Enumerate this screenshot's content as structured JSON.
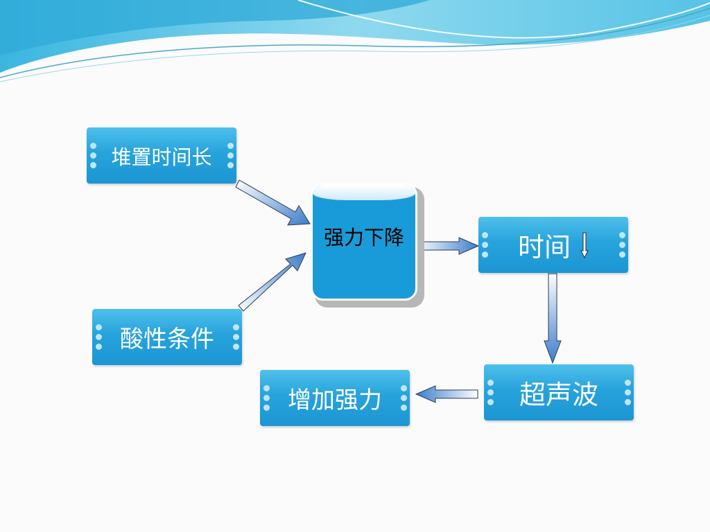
{
  "diagram": {
    "nodes": {
      "stack_time": {
        "label": "堆置时间长"
      },
      "acid": {
        "label": "酸性条件"
      },
      "center": {
        "label": "强力下降"
      },
      "time": {
        "label": "时间"
      },
      "ultrasonic": {
        "label": "超声波"
      },
      "increase": {
        "label": "增加强力"
      }
    },
    "edges": [
      {
        "from": "stack_time",
        "to": "center"
      },
      {
        "from": "acid",
        "to": "center"
      },
      {
        "from": "center",
        "to": "time"
      },
      {
        "from": "time",
        "to": "ultrasonic"
      },
      {
        "from": "ultrasonic",
        "to": "increase"
      }
    ],
    "inline_icons": {
      "time_node": "down-arrow-icon"
    }
  },
  "colors": {
    "node_fill": "#27a3dc",
    "center_fill": "#1a9bd9",
    "arrow_gradient_start": "#ffffff",
    "arrow_gradient_end": "#3d7cc9",
    "header_wave": "#5ec9e6"
  }
}
